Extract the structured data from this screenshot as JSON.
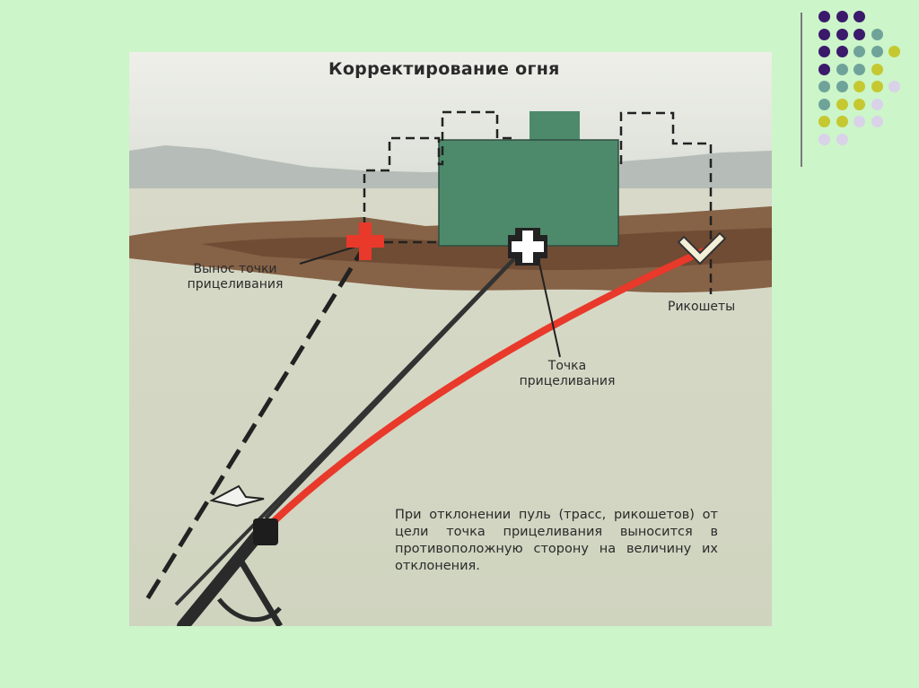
{
  "diagram": {
    "title": "Корректирование огня",
    "labels": {
      "aim_offset": "Вынос точки прицеливания",
      "ricochets": "Рикошеты",
      "aim_point": "Точка прицеливания"
    },
    "caption": "При отклонении пуль (трасс, рикошетов) от цели точка прицеливания выносится в противоположную сторону на величину их отклонения."
  },
  "colors": {
    "slide_bg": "#ccf5c9",
    "target_green": "#4d8a6c",
    "trajectory_red": "#e8392b",
    "aim_cross_red": "#e8392b",
    "dot_purple": "#3b1a6b",
    "dot_teal": "#6fa39a",
    "dot_olive": "#c5c830",
    "dot_lavender": "#d9d2e9"
  },
  "decor_dots": [
    [
      "dot_purple",
      "dot_purple",
      "dot_purple"
    ],
    [
      "dot_purple",
      "dot_purple",
      "dot_purple",
      "dot_teal"
    ],
    [
      "dot_purple",
      "dot_purple",
      "dot_teal",
      "dot_teal",
      "dot_olive"
    ],
    [
      "dot_purple",
      "dot_teal",
      "dot_teal",
      "dot_olive"
    ],
    [
      "dot_teal",
      "dot_teal",
      "dot_olive",
      "dot_olive",
      "dot_lavender"
    ],
    [
      "dot_teal",
      "dot_olive",
      "dot_olive",
      "dot_lavender"
    ],
    [
      "dot_olive",
      "dot_olive",
      "dot_lavender",
      "dot_lavender"
    ],
    [
      "dot_lavender",
      "dot_lavender"
    ]
  ],
  "icons": {
    "aim_offset_mark": "red-cross-icon",
    "aim_point_mark": "white-cross-icon",
    "ricochet_mark": "check-icon",
    "weapon": "machine-gun-icon"
  }
}
